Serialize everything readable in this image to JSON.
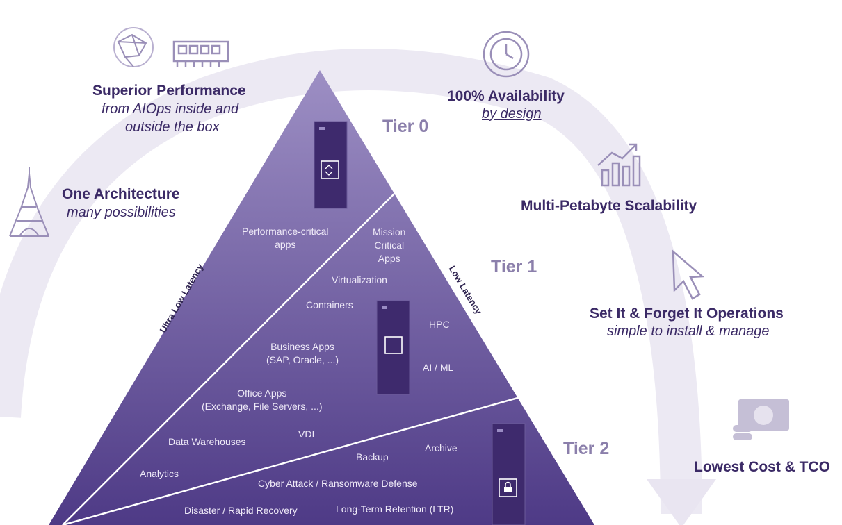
{
  "features": {
    "performance": {
      "title": "Superior Performance",
      "line1": "from AIOps inside and",
      "line2": "outside the box",
      "icons": [
        "brain-network-icon",
        "memory-chip-icon"
      ]
    },
    "availability": {
      "title": "100% Availability",
      "subtitle": "by design",
      "icon": "clock-refresh-icon"
    },
    "architecture": {
      "title": "One Architecture",
      "subtitle": "many possibilities",
      "icon": "eiffel-tower-icon"
    },
    "scalability": {
      "title": "Multi-Petabyte Scalability",
      "icon": "growth-chart-icon"
    },
    "operations": {
      "title": "Set It & Forget It Operations",
      "subtitle": "simple to install & manage",
      "icon": "cursor-arrow-icon"
    },
    "cost": {
      "title": "Lowest Cost & TCO",
      "icon": "money-icon"
    }
  },
  "tiers": {
    "tier0": "Tier 0",
    "tier1": "Tier 1",
    "tier2": "Tier 2"
  },
  "latency": {
    "ultra_low": "Ultra Low Latency",
    "low": "Low Latency"
  },
  "apps": {
    "performance_critical_1": "Performance-critical",
    "performance_critical_2": "apps",
    "mission_critical_1": "Mission",
    "mission_critical_2": "Critical",
    "mission_critical_3": "Apps",
    "virtualization": "Virtualization",
    "containers": "Containers",
    "hpc": "HPC",
    "business_1": "Business Apps",
    "business_2": "(SAP, Oracle, ...)",
    "ai_ml": "AI / ML",
    "office_1": "Office Apps",
    "office_2": "(Exchange, File Servers, ...)",
    "data_warehouses": "Data Warehouses",
    "vdi": "VDI",
    "archive": "Archive",
    "backup": "Backup",
    "analytics": "Analytics",
    "cyber": "Cyber Attack / Ransomware Defense",
    "disaster": "Disaster / Rapid Recovery",
    "ltr": "Long-Term Retention (LTR)"
  },
  "colors": {
    "accent": "#3b2a66",
    "tier_label": "#8b7fab",
    "pyramid_top": "#8f80b8",
    "pyramid_bottom": "#4f3a87"
  }
}
